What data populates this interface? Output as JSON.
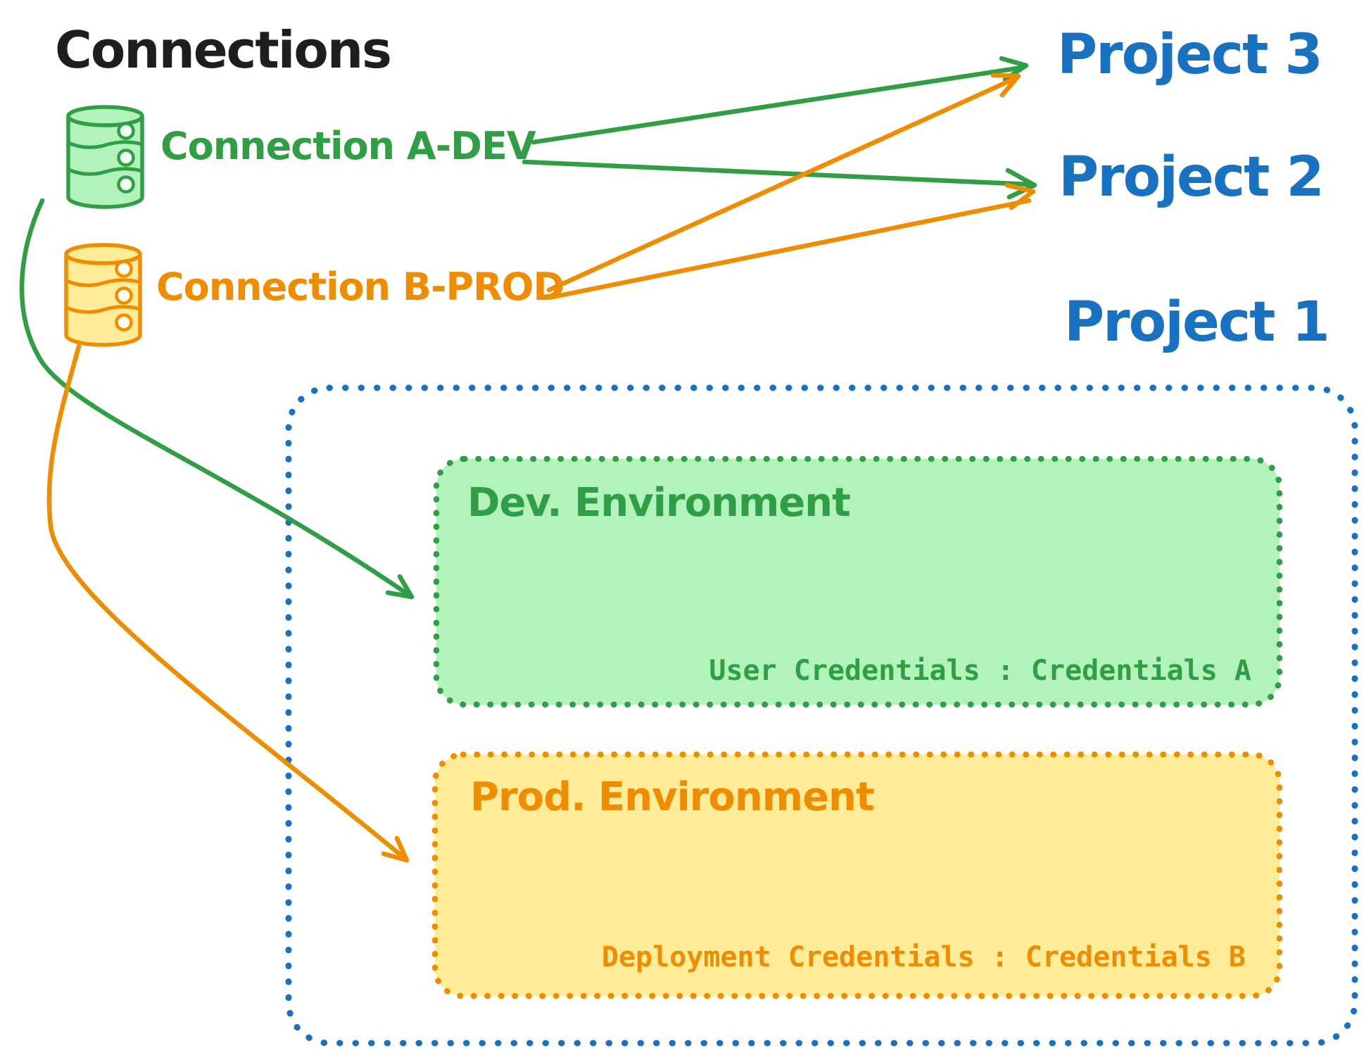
{
  "diagram_title": "Connections",
  "colors": {
    "black": "#1e1e1e",
    "blue": "#1971c2",
    "green": "#2f9e44",
    "green_fill": "#b2f2bb",
    "orange": "#f08c00",
    "orange_fill": "#ffec99",
    "background": "#ffffff"
  },
  "connections": [
    {
      "label": "Connection A-DEV",
      "color": "green",
      "icon": "database-icon"
    },
    {
      "label": "Connection B-PROD",
      "color": "orange",
      "icon": "database-icon"
    }
  ],
  "projects": [
    {
      "label": "Project 3"
    },
    {
      "label": "Project 2"
    },
    {
      "label": "Project 1"
    }
  ],
  "project1_detail": {
    "environments": [
      {
        "title": "Dev. Environment",
        "credentials": "User Credentials : Credentials A",
        "color": "green"
      },
      {
        "title": "Prod. Environment",
        "credentials": "Deployment Credentials : Credentials B",
        "color": "orange"
      }
    ]
  },
  "edges": [
    {
      "from": "Connection A-DEV",
      "to": "Project 3",
      "color": "green"
    },
    {
      "from": "Connection A-DEV",
      "to": "Project 2",
      "color": "green"
    },
    {
      "from": "Connection B-PROD",
      "to": "Project 3",
      "color": "orange"
    },
    {
      "from": "Connection B-PROD",
      "to": "Project 2",
      "color": "orange"
    },
    {
      "from": "Connection A-DEV",
      "to": "Dev. Environment (Project 1)",
      "color": "green"
    },
    {
      "from": "Connection B-PROD",
      "to": "Prod. Environment (Project 1)",
      "color": "orange"
    }
  ]
}
